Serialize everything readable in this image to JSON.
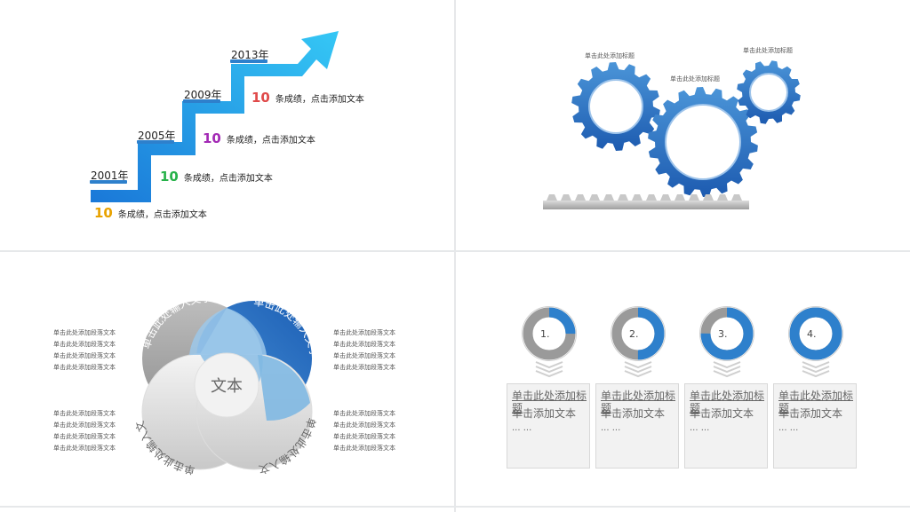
{
  "timeline": {
    "years": [
      "2001年",
      "2005年",
      "2009年",
      "2013年"
    ],
    "achievements": [
      {
        "num": "10",
        "text": "条成绩，点击添加文本",
        "color": "#e8a200"
      },
      {
        "num": "10",
        "text": "条成绩，点击添加文本",
        "color": "#27b24a"
      },
      {
        "num": "10",
        "text": "条成绩，点击添加文本",
        "color": "#a32ab5"
      },
      {
        "num": "10",
        "text": "条成绩，点击添加文本",
        "color": "#e04a4a"
      }
    ]
  },
  "gears": {
    "labels": [
      "单击此处添加标题",
      "单击此处添加标题",
      "单击此处添加标题"
    ]
  },
  "venn": {
    "center": "文本",
    "arc_label": "单击此处输入文字",
    "side_line": "单击此处添加段落文本"
  },
  "progress": {
    "items": [
      {
        "label": "1.",
        "fraction": 0.25,
        "title": "单击此处添加标题",
        "body": "单击添加文本",
        "dots": "... ..."
      },
      {
        "label": "2.",
        "fraction": 0.5,
        "title": "单击此处添加标题",
        "body": "单击添加文本",
        "dots": "... ..."
      },
      {
        "label": "3.",
        "fraction": 0.75,
        "title": "单击此处添加标题",
        "body": "单击添加文本",
        "dots": "... ..."
      },
      {
        "label": "4.",
        "fraction": 1.0,
        "title": "单击此处添加标题",
        "body": "单击添加文本",
        "dots": "... ..."
      }
    ]
  },
  "colors": {
    "accent": "#2e80cc",
    "dark_blue": "#1f5fb0",
    "grey": "#a0a0a0"
  }
}
